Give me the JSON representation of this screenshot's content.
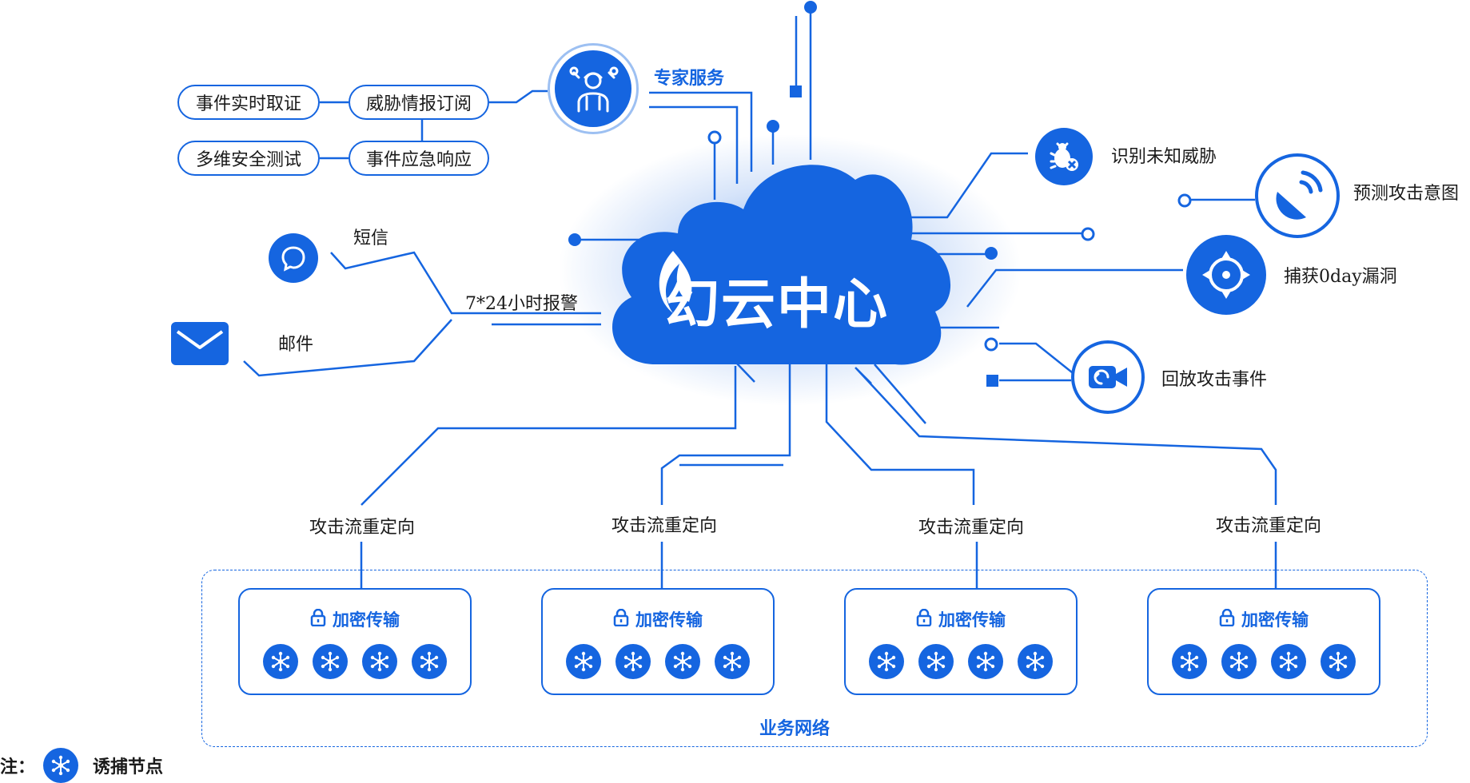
{
  "colors": {
    "primary": "#1565e0",
    "text": "#1a1a1a"
  },
  "center": {
    "title": "幻云中心"
  },
  "expert": {
    "label": "专家服务",
    "icon": "expert-mechanic-icon"
  },
  "services": [
    "事件实时取证",
    "威胁情报订阅",
    "多维安全测试",
    "事件应急响应"
  ],
  "alerts": {
    "sms": "短信",
    "mail": "邮件",
    "label": "7*24小时报警"
  },
  "capabilities": {
    "identify": "识别未知威胁",
    "predict": "预测攻击意图",
    "capture": "捕获0day漏洞",
    "replay": "回放攻击事件"
  },
  "redirect_labels": [
    "攻击流重定向",
    "攻击流重定向",
    "攻击流重定向",
    "攻击流重定向"
  ],
  "encrypted_label": "加密传输",
  "business_network": "业务网络",
  "legend": {
    "prefix": "注：",
    "label": "诱捕节点"
  }
}
